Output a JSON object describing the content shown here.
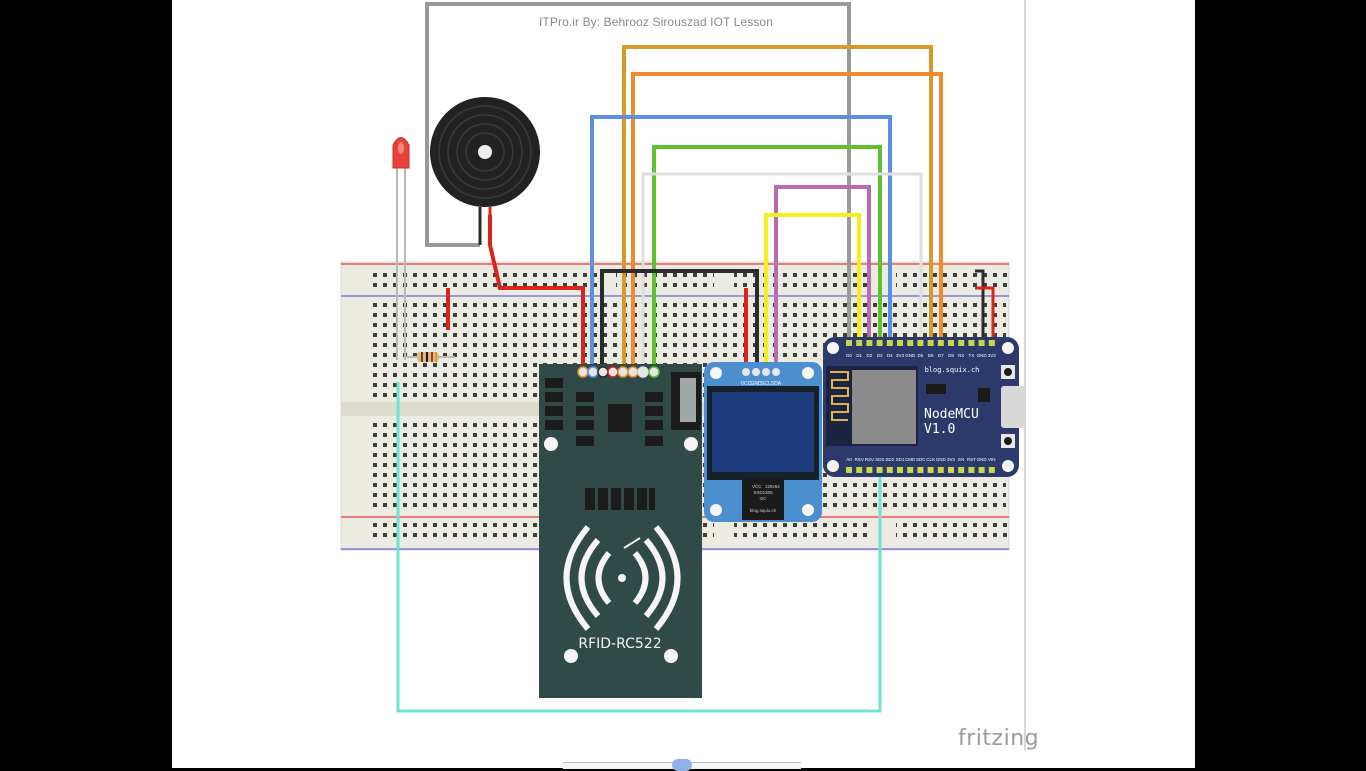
{
  "header": {
    "text": "ITPro.ir By: Behrooz Sirouszad IOT Lesson"
  },
  "watermark": {
    "text": "fritzing"
  },
  "components": {
    "rfid": {
      "label": "RFID-RC522"
    },
    "oled": {
      "pins": [
        "VCC",
        "GND",
        "SCL",
        "SDA"
      ],
      "chip_lines": [
        "VCC",
        "128x64",
        "SSD1306",
        "I2C"
      ],
      "footer": "blog.squix.ch"
    },
    "nodemcu": {
      "title_line1": "NodeMCU",
      "title_line2": "V1.0",
      "brand": "blog.squix.ch",
      "top_pins": [
        "D0",
        "D1",
        "D2",
        "D3",
        "D4",
        "3V3",
        "GND",
        "D5",
        "D6",
        "D7",
        "D8",
        "RX",
        "TX",
        "GND",
        "3V3"
      ],
      "bottom_pins": [
        "A0",
        "RSV",
        "RSV",
        "SD3",
        "SD2",
        "SD1",
        "CMD",
        "SD0",
        "CLK",
        "GND",
        "3V3",
        "EN",
        "RST",
        "GND",
        "VIN"
      ]
    },
    "led": {
      "color": "#e8413a"
    },
    "buzzer": {
      "color": "#222222"
    }
  },
  "wire_colors": {
    "gray": "#9a9a95",
    "red": "#d9241d",
    "black": "#2b2b2b",
    "blue": "#5b8fe0",
    "orange": "#f08a2e",
    "gold": "#d59a2a",
    "green": "#5ec12f",
    "white": "#dedede",
    "purple": "#b96ab0",
    "yellow": "#f5ee1a",
    "cyan": "#6fe3cf"
  }
}
